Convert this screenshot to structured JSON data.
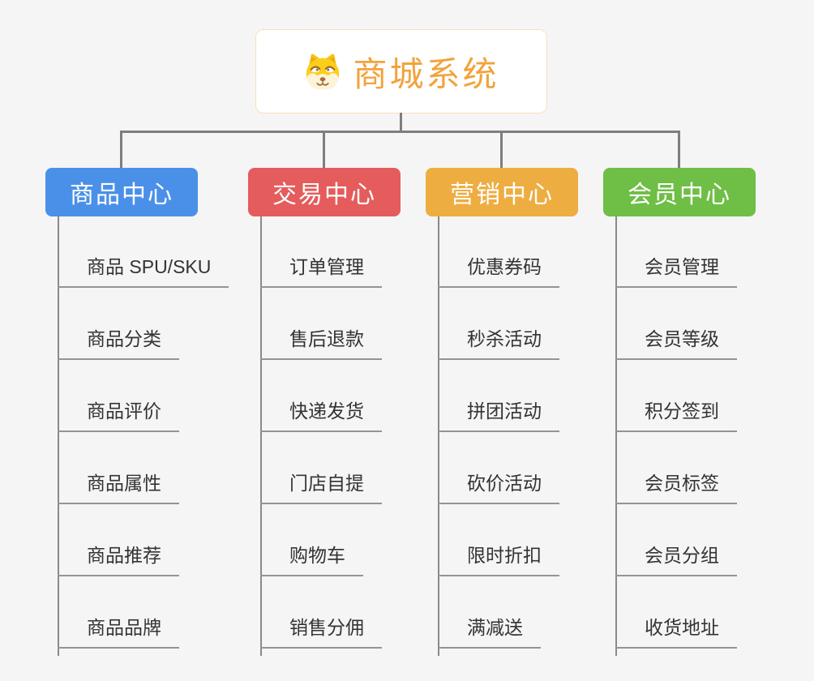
{
  "root": {
    "title": "商城系统",
    "icon": "doge-icon"
  },
  "colors": {
    "background": "#f5f5f5",
    "root_border": "#f0c173",
    "root_text": "#f2a33c",
    "connector": "#7e7e7e",
    "item_underline": "#949494",
    "item_text": "#333333"
  },
  "branches": [
    {
      "label": "商品中心",
      "color": "#4b90e8",
      "items": [
        "商品 SPU/SKU",
        "商品分类",
        "商品评价",
        "商品属性",
        "商品推荐",
        "商品品牌"
      ]
    },
    {
      "label": "交易中心",
      "color": "#e45c5c",
      "items": [
        "订单管理",
        "售后退款",
        "快递发货",
        "门店自提",
        "购物车",
        "销售分佣"
      ]
    },
    {
      "label": "营销中心",
      "color": "#edad40",
      "items": [
        "优惠券码",
        "秒杀活动",
        "拼团活动",
        "砍价活动",
        "限时折扣",
        "满减送"
      ]
    },
    {
      "label": "会员中心",
      "color": "#6fbe45",
      "items": [
        "会员管理",
        "会员等级",
        "积分签到",
        "会员标签",
        "会员分组",
        "收货地址"
      ]
    }
  ]
}
